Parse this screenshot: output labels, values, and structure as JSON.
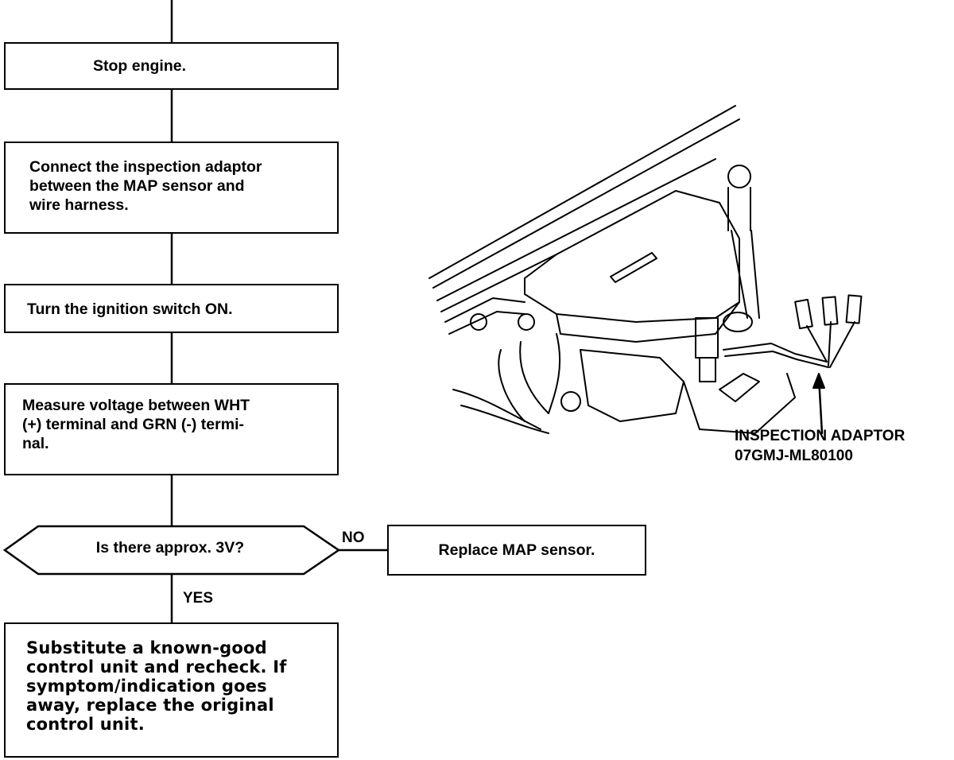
{
  "flowchart": {
    "step_stop_engine": "Stop engine.",
    "step_connect_adaptor": [
      "Connect the inspection adaptor",
      "between the MAP sensor and",
      "wire harness."
    ],
    "step_ignition_on": "Turn the ignition switch ON.",
    "step_measure_voltage": [
      "Measure voltage between WHT",
      "(+) terminal and GRN (-) termi-",
      "nal."
    ],
    "decision_question": "Is there approx. 3V?",
    "branch_no_label": "NO",
    "branch_yes_label": "YES",
    "result_no": "Replace MAP sensor.",
    "result_yes": [
      "Substitute a known-good",
      "control unit and recheck. If",
      "symptom/indication goes",
      "away, replace the original",
      "control unit."
    ]
  },
  "illustration": {
    "callout_name": "INSPECTION ADAPTOR",
    "callout_part_number": "07GMJ-ML80100"
  }
}
